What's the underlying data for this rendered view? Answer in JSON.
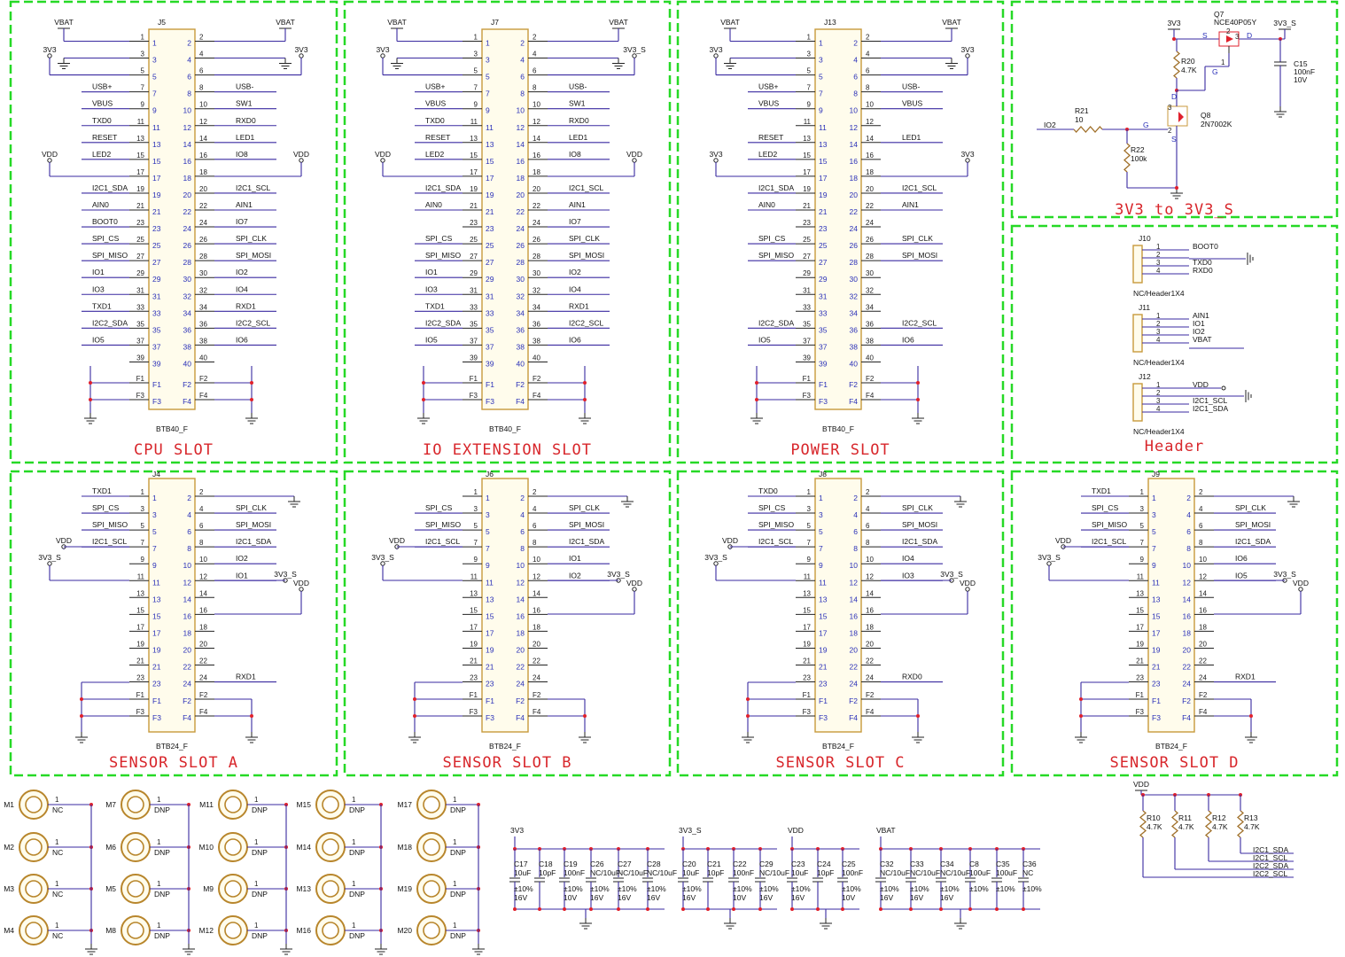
{
  "frames": [
    {
      "id": "cpu",
      "title": "CPU SLOT"
    },
    {
      "id": "io",
      "title": "IO EXTENSION SLOT"
    },
    {
      "id": "power",
      "title": "POWER SLOT"
    },
    {
      "id": "conv",
      "title": "3V3 to 3V3_S"
    },
    {
      "id": "header",
      "title": "Header"
    },
    {
      "id": "sa",
      "title": "SENSOR SLOT A"
    },
    {
      "id": "sb",
      "title": "SENSOR SLOT B"
    },
    {
      "id": "sc",
      "title": "SENSOR SLOT C"
    },
    {
      "id": "sd",
      "title": "SENSOR SLOT D"
    }
  ],
  "btb40": [
    {
      "ref": "J5",
      "part": "BTB40_F",
      "left": [
        "",
        "",
        "",
        "USB+",
        "VBUS",
        "TXD0",
        "RESET",
        "LED2",
        "",
        "I2C1_SDA",
        "AIN0",
        "BOOT0",
        "SPI_CS",
        "SPI_MISO",
        "IO1",
        "IO3",
        "TXD1",
        "I2C2_SDA",
        "IO5",
        ""
      ],
      "right": [
        "",
        "",
        "",
        "USB-",
        "SW1",
        "RXD0",
        "LED1",
        "IO8",
        "",
        "I2C1_SCL",
        "AIN1",
        "IO7",
        "SPI_CLK",
        "SPI_MOSI",
        "IO2",
        "IO4",
        "RXD1",
        "I2C2_SCL",
        "IO6",
        ""
      ],
      "pwrL": {
        "top": "VBAT",
        "p3": "3V3",
        "p15": "VDD"
      },
      "pwrR": {
        "top": "VBAT",
        "p3": "3V3",
        "p15": "VDD"
      }
    },
    {
      "ref": "J7",
      "part": "BTB40_F",
      "left": [
        "",
        "",
        "",
        "USB+",
        "VBUS",
        "TXD0",
        "RESET",
        "LED2",
        "",
        "I2C1_SDA",
        "AIN0",
        "",
        "SPI_CS",
        "SPI_MISO",
        "IO1",
        "IO3",
        "TXD1",
        "I2C2_SDA",
        "IO5",
        ""
      ],
      "right": [
        "",
        "",
        "",
        "USB-",
        "SW1",
        "RXD0",
        "LED1",
        "IO8",
        "",
        "I2C1_SCL",
        "AIN1",
        "IO7",
        "SPI_CLK",
        "SPI_MOSI",
        "IO2",
        "IO4",
        "RXD1",
        "I2C2_SCL",
        "IO6",
        ""
      ],
      "pwrL": {
        "top": "VBAT",
        "p3": "3V3",
        "p15": "VDD"
      },
      "pwrR": {
        "top": "VBAT",
        "p3": "3V3_S",
        "p15": "VDD"
      }
    },
    {
      "ref": "J13",
      "part": "BTB40_F",
      "left": [
        "",
        "",
        "",
        "USB+",
        "VBUS",
        "",
        "RESET",
        "LED2",
        "",
        "I2C1_SDA",
        "AIN0",
        "",
        "SPI_CS",
        "SPI_MISO",
        "",
        "",
        "",
        "I2C2_SDA",
        "IO5",
        ""
      ],
      "right": [
        "",
        "",
        "",
        "USB-",
        "VBUS",
        "",
        "LED1",
        "",
        "",
        "I2C1_SCL",
        "AIN1",
        "",
        "SPI_CLK",
        "SPI_MOSI",
        "",
        "",
        "",
        "I2C2_SCL",
        "IO6",
        ""
      ],
      "pwrL": {
        "top": "VBAT",
        "p3": "3V3",
        "p15": "3V3"
      },
      "pwrR": {
        "top": "VBAT",
        "p3": "3V3",
        "p15": "3V3"
      }
    }
  ],
  "btb24": [
    {
      "ref": "J4",
      "part": "BTB24_F",
      "left": [
        "TXD1",
        "SPI_CS",
        "SPI_MISO",
        "I2C1_SCL",
        "",
        "",
        "",
        "",
        "",
        "",
        "",
        ""
      ],
      "right": [
        "",
        "SPI_CLK",
        "SPI_MOSI",
        "I2C1_SDA",
        "IO2",
        "IO1",
        "",
        "",
        "",
        "",
        "",
        "RXD1"
      ]
    },
    {
      "ref": "J6",
      "part": "BTB24_F",
      "left": [
        "",
        "SPI_CS",
        "SPI_MISO",
        "I2C1_SCL",
        "",
        "",
        "",
        "",
        "",
        "",
        "",
        ""
      ],
      "right": [
        "",
        "SPI_CLK",
        "SPI_MOSI",
        "I2C1_SDA",
        "IO1",
        "IO2",
        "",
        "",
        "",
        "",
        "",
        ""
      ]
    },
    {
      "ref": "J8",
      "part": "BTB24_F",
      "left": [
        "TXD0",
        "SPI_CS",
        "SPI_MISO",
        "I2C1_SCL",
        "",
        "",
        "",
        "",
        "",
        "",
        "",
        ""
      ],
      "right": [
        "",
        "SPI_CLK",
        "SPI_MOSI",
        "I2C1_SDA",
        "IO4",
        "IO3",
        "",
        "",
        "",
        "",
        "",
        "RXD0"
      ]
    },
    {
      "ref": "J9",
      "part": "BTB24_F",
      "left": [
        "TXD1",
        "SPI_CS",
        "SPI_MISO",
        "I2C1_SCL",
        "",
        "",
        "",
        "",
        "",
        "",
        "",
        ""
      ],
      "right": [
        "",
        "SPI_CLK",
        "SPI_MOSI",
        "I2C1_SDA",
        "IO6",
        "IO5",
        "",
        "",
        "",
        "",
        "",
        "RXD1"
      ]
    }
  ],
  "net": {
    "vdd": "VDD",
    "v33s": "3V3_S",
    "v33": "3V3",
    "vbat": "VBAT"
  },
  "conv": {
    "q7": "Q7",
    "q7p": "NCE40P05Y",
    "q8": "Q8",
    "q8p": "2N7002K",
    "r20": "R20",
    "r20v": "4.7K",
    "r21": "R21",
    "r21v": "10",
    "r22": "R22",
    "r22v": "100k",
    "c15": "C15",
    "c15v": "100nF",
    "c15u": "10V",
    "io2": "IO2",
    "in": "3V3",
    "out": "3V3_S",
    "s": "S",
    "g": "G",
    "d": "D",
    "n1": "1",
    "n2": "2",
    "n3": "3"
  },
  "headers": [
    {
      "ref": "J10",
      "part": "NC/Header1X4",
      "pins": [
        "BOOT0",
        "",
        "TXD0",
        "RXD0"
      ]
    },
    {
      "ref": "J11",
      "part": "NC/Header1X4",
      "pins": [
        "AIN1",
        "IO1",
        "IO2",
        "VBAT"
      ]
    },
    {
      "ref": "J12",
      "part": "NC/Header1X4",
      "pins": [
        "VDD",
        "",
        "I2C1_SCL",
        "I2C1_SDA"
      ]
    }
  ],
  "holes": [
    {
      "refs": [
        "M1",
        "M2",
        "M3",
        "M4"
      ],
      "val": "NC"
    },
    {
      "refs": [
        "M7",
        "M6",
        "M5",
        "M8"
      ],
      "val": "DNP"
    },
    {
      "refs": [
        "M11",
        "M10",
        "M9",
        "M12"
      ],
      "val": "DNP"
    },
    {
      "refs": [
        "M15",
        "M14",
        "M13",
        "M16"
      ],
      "val": "DNP"
    },
    {
      "refs": [
        "M17",
        "M18",
        "M19",
        "M20"
      ],
      "val": "DNP"
    }
  ],
  "capgroups": [
    {
      "net": "3V3",
      "caps": [
        {
          "ref": "C17",
          "v": "10uF",
          "t": "±10%",
          "u": "16V"
        },
        {
          "ref": "C18",
          "v": "10pF",
          "t": "",
          "u": ""
        },
        {
          "ref": "C19",
          "v": "100nF",
          "t": "±10%",
          "u": "10V"
        },
        {
          "ref": "C26",
          "v": "NC/10uF",
          "t": "±10%",
          "u": "16V"
        },
        {
          "ref": "C27",
          "v": "NC/10uF",
          "t": "±10%",
          "u": "16V"
        },
        {
          "ref": "C28",
          "v": "NC/10uF",
          "t": "±10%",
          "u": "16V"
        }
      ]
    },
    {
      "net": "3V3_S",
      "caps": [
        {
          "ref": "C20",
          "v": "10uF",
          "t": "±10%",
          "u": "16V"
        },
        {
          "ref": "C21",
          "v": "10pF",
          "t": "",
          "u": ""
        },
        {
          "ref": "C22",
          "v": "100nF",
          "t": "±10%",
          "u": "10V"
        },
        {
          "ref": "C29",
          "v": "NC/10uF",
          "t": "±10%",
          "u": "16V"
        }
      ]
    },
    {
      "net": "VDD",
      "caps": [
        {
          "ref": "C23",
          "v": "10uF",
          "t": "±10%",
          "u": "16V"
        },
        {
          "ref": "C24",
          "v": "10pF",
          "t": "",
          "u": ""
        },
        {
          "ref": "C25",
          "v": "100nF",
          "t": "±10%",
          "u": "10V"
        }
      ]
    },
    {
      "net": "VBAT",
      "caps": [
        {
          "ref": "C32",
          "v": "NC/10uF",
          "t": "±10%",
          "u": "16V"
        },
        {
          "ref": "C33",
          "v": "NC/10uF",
          "t": "±10%",
          "u": "16V"
        },
        {
          "ref": "C34",
          "v": "NC/10uF",
          "t": "±10%",
          "u": "16V"
        },
        {
          "ref": "C8",
          "v": "100uF",
          "t": "±10%",
          "u": ""
        },
        {
          "ref": "C35",
          "v": "100uF",
          "t": "±10%",
          "u": ""
        },
        {
          "ref": "C36",
          "v": "NC",
          "t": "±10%",
          "u": ""
        }
      ]
    }
  ],
  "pullups": {
    "net": "VDD",
    "res": [
      {
        "ref": "R10",
        "v": "4.7K"
      },
      {
        "ref": "R11",
        "v": "4.7K"
      },
      {
        "ref": "R12",
        "v": "4.7K"
      },
      {
        "ref": "R13",
        "v": "4.7K"
      }
    ],
    "nets": [
      "I2C1_SDA",
      "I2C1_SCL",
      "I2C2_SDA",
      "I2C2_SCL"
    ]
  },
  "colors": {
    "frame": "#26d926",
    "title": "#d8262b",
    "wire": "#3a2aa0",
    "junction": "#e0202c",
    "body": "#fffcec"
  }
}
